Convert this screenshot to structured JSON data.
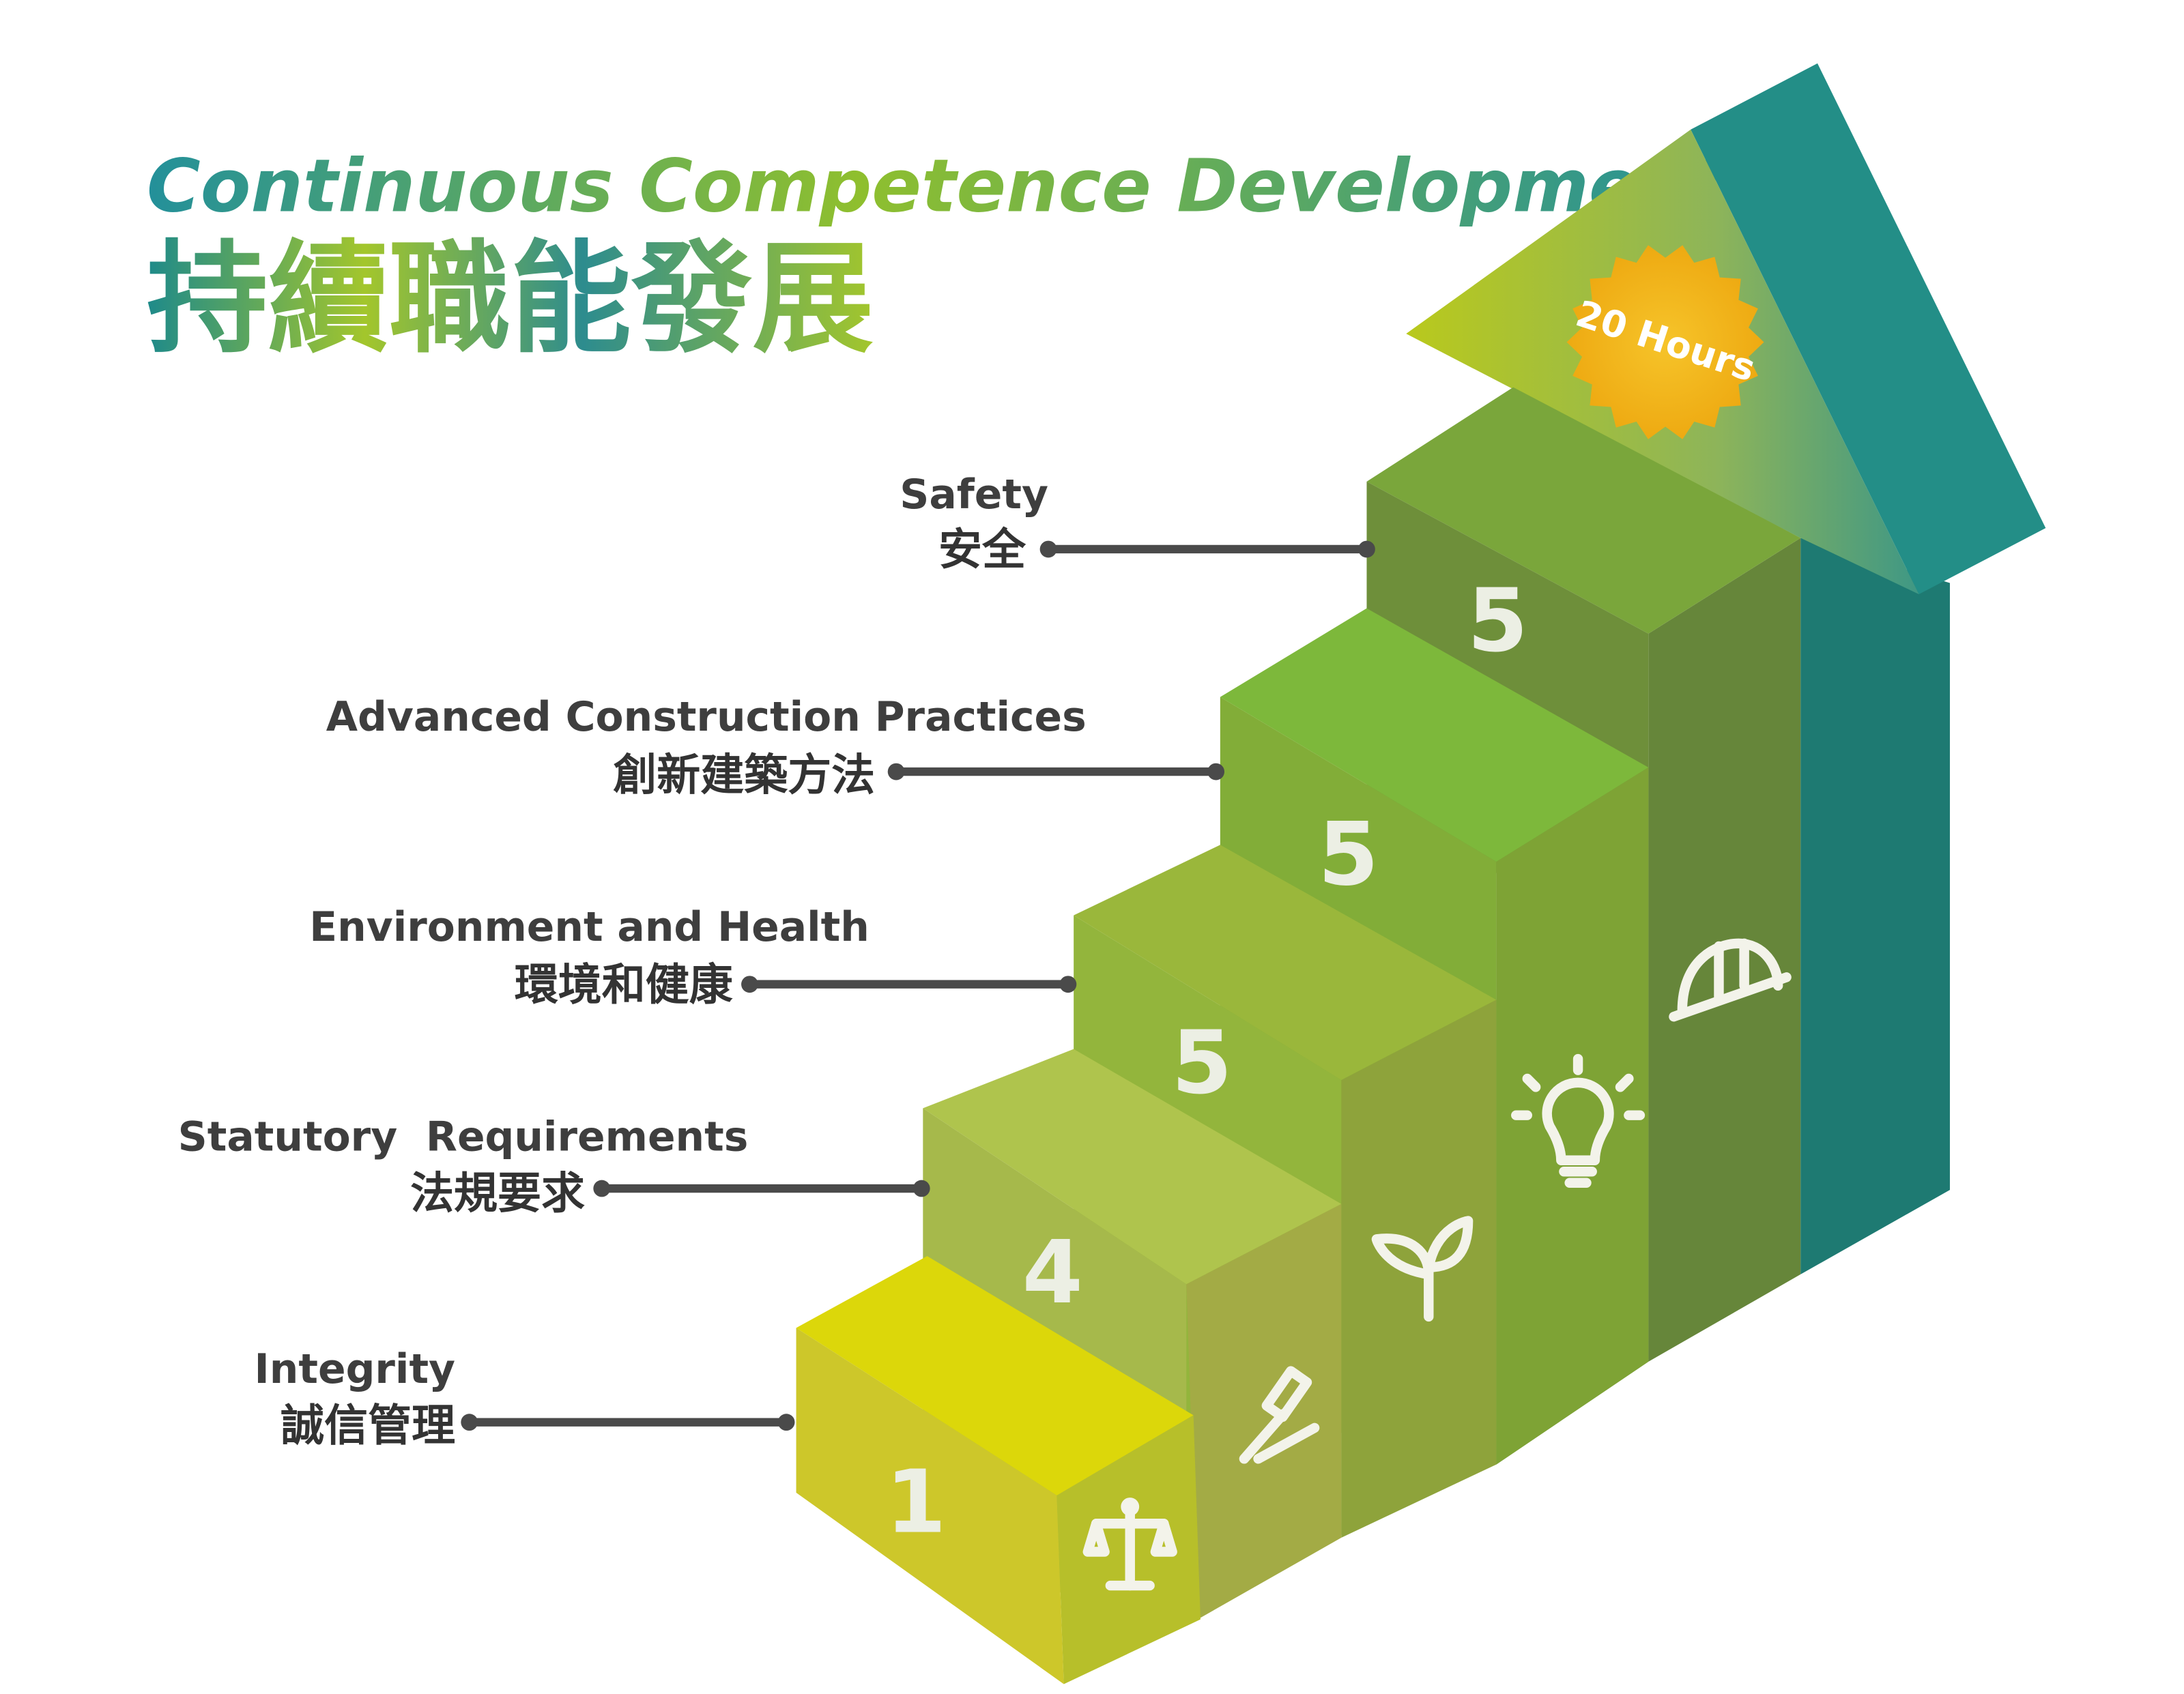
{
  "title": {
    "english": "Continuous Competence Development",
    "chinese": "持續職能發展"
  },
  "badge": {
    "label": "20 Hours"
  },
  "steps": [
    {
      "label_en": "Integrity",
      "label_zh": "誠信管理",
      "hours": "1",
      "icon": "scales-icon",
      "color": "#cdc72a"
    },
    {
      "label_en": "Statutory  Requirements",
      "label_zh": "法規要求",
      "hours": "4",
      "icon": "gavel-icon",
      "color": "#a3ab45"
    },
    {
      "label_en": "Environment and Health",
      "label_zh": "環境和健康",
      "hours": "5",
      "icon": "leaf-sprout-icon",
      "color": "#8ea33b"
    },
    {
      "label_en": "Advanced Construction Practices",
      "label_zh": "創新建築方法",
      "hours": "5",
      "icon": "lightbulb-icon",
      "color": "#7a9c35"
    },
    {
      "label_en": "Safety",
      "label_zh": "安全",
      "hours": "5",
      "icon": "hard-hat-icon",
      "color": "#66863a"
    }
  ],
  "colors": {
    "title_gradient_start": "#1f8e8e",
    "title_gradient_end": "#a9c82a",
    "arrow_teal": "#1f7a74",
    "badge_fill": "#f2b71f"
  }
}
